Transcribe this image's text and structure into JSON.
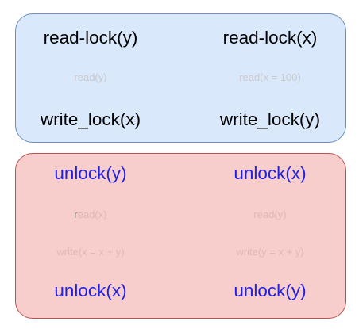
{
  "top_block": {
    "left": {
      "lock": "read-lock(y)",
      "op": "read(y)",
      "write_lock": "write_lock(x)"
    },
    "right": {
      "lock": "read-lock(x)",
      "op": "read(x = 100)",
      "write_lock": "write_lock(y)"
    }
  },
  "bottom_block": {
    "left": {
      "unlock_first": "unlock(y)",
      "read_first_letter": "r",
      "read_rest": "ead(x)",
      "write": "write(x = x + y)",
      "unlock_second": "unlock(x)"
    },
    "right": {
      "unlock_first": "unlock(x)",
      "read": "read(y)",
      "write": "write(y = x + y)",
      "unlock_second": "unlock(y)"
    }
  },
  "colors": {
    "top_fill": "#dae8fc",
    "top_stroke": "#6c8ebf",
    "bottom_fill": "#f8cecc",
    "bottom_stroke": "#b85450",
    "unlock_text": "#1f1fe6",
    "faint_text": "#c9c9c9"
  }
}
